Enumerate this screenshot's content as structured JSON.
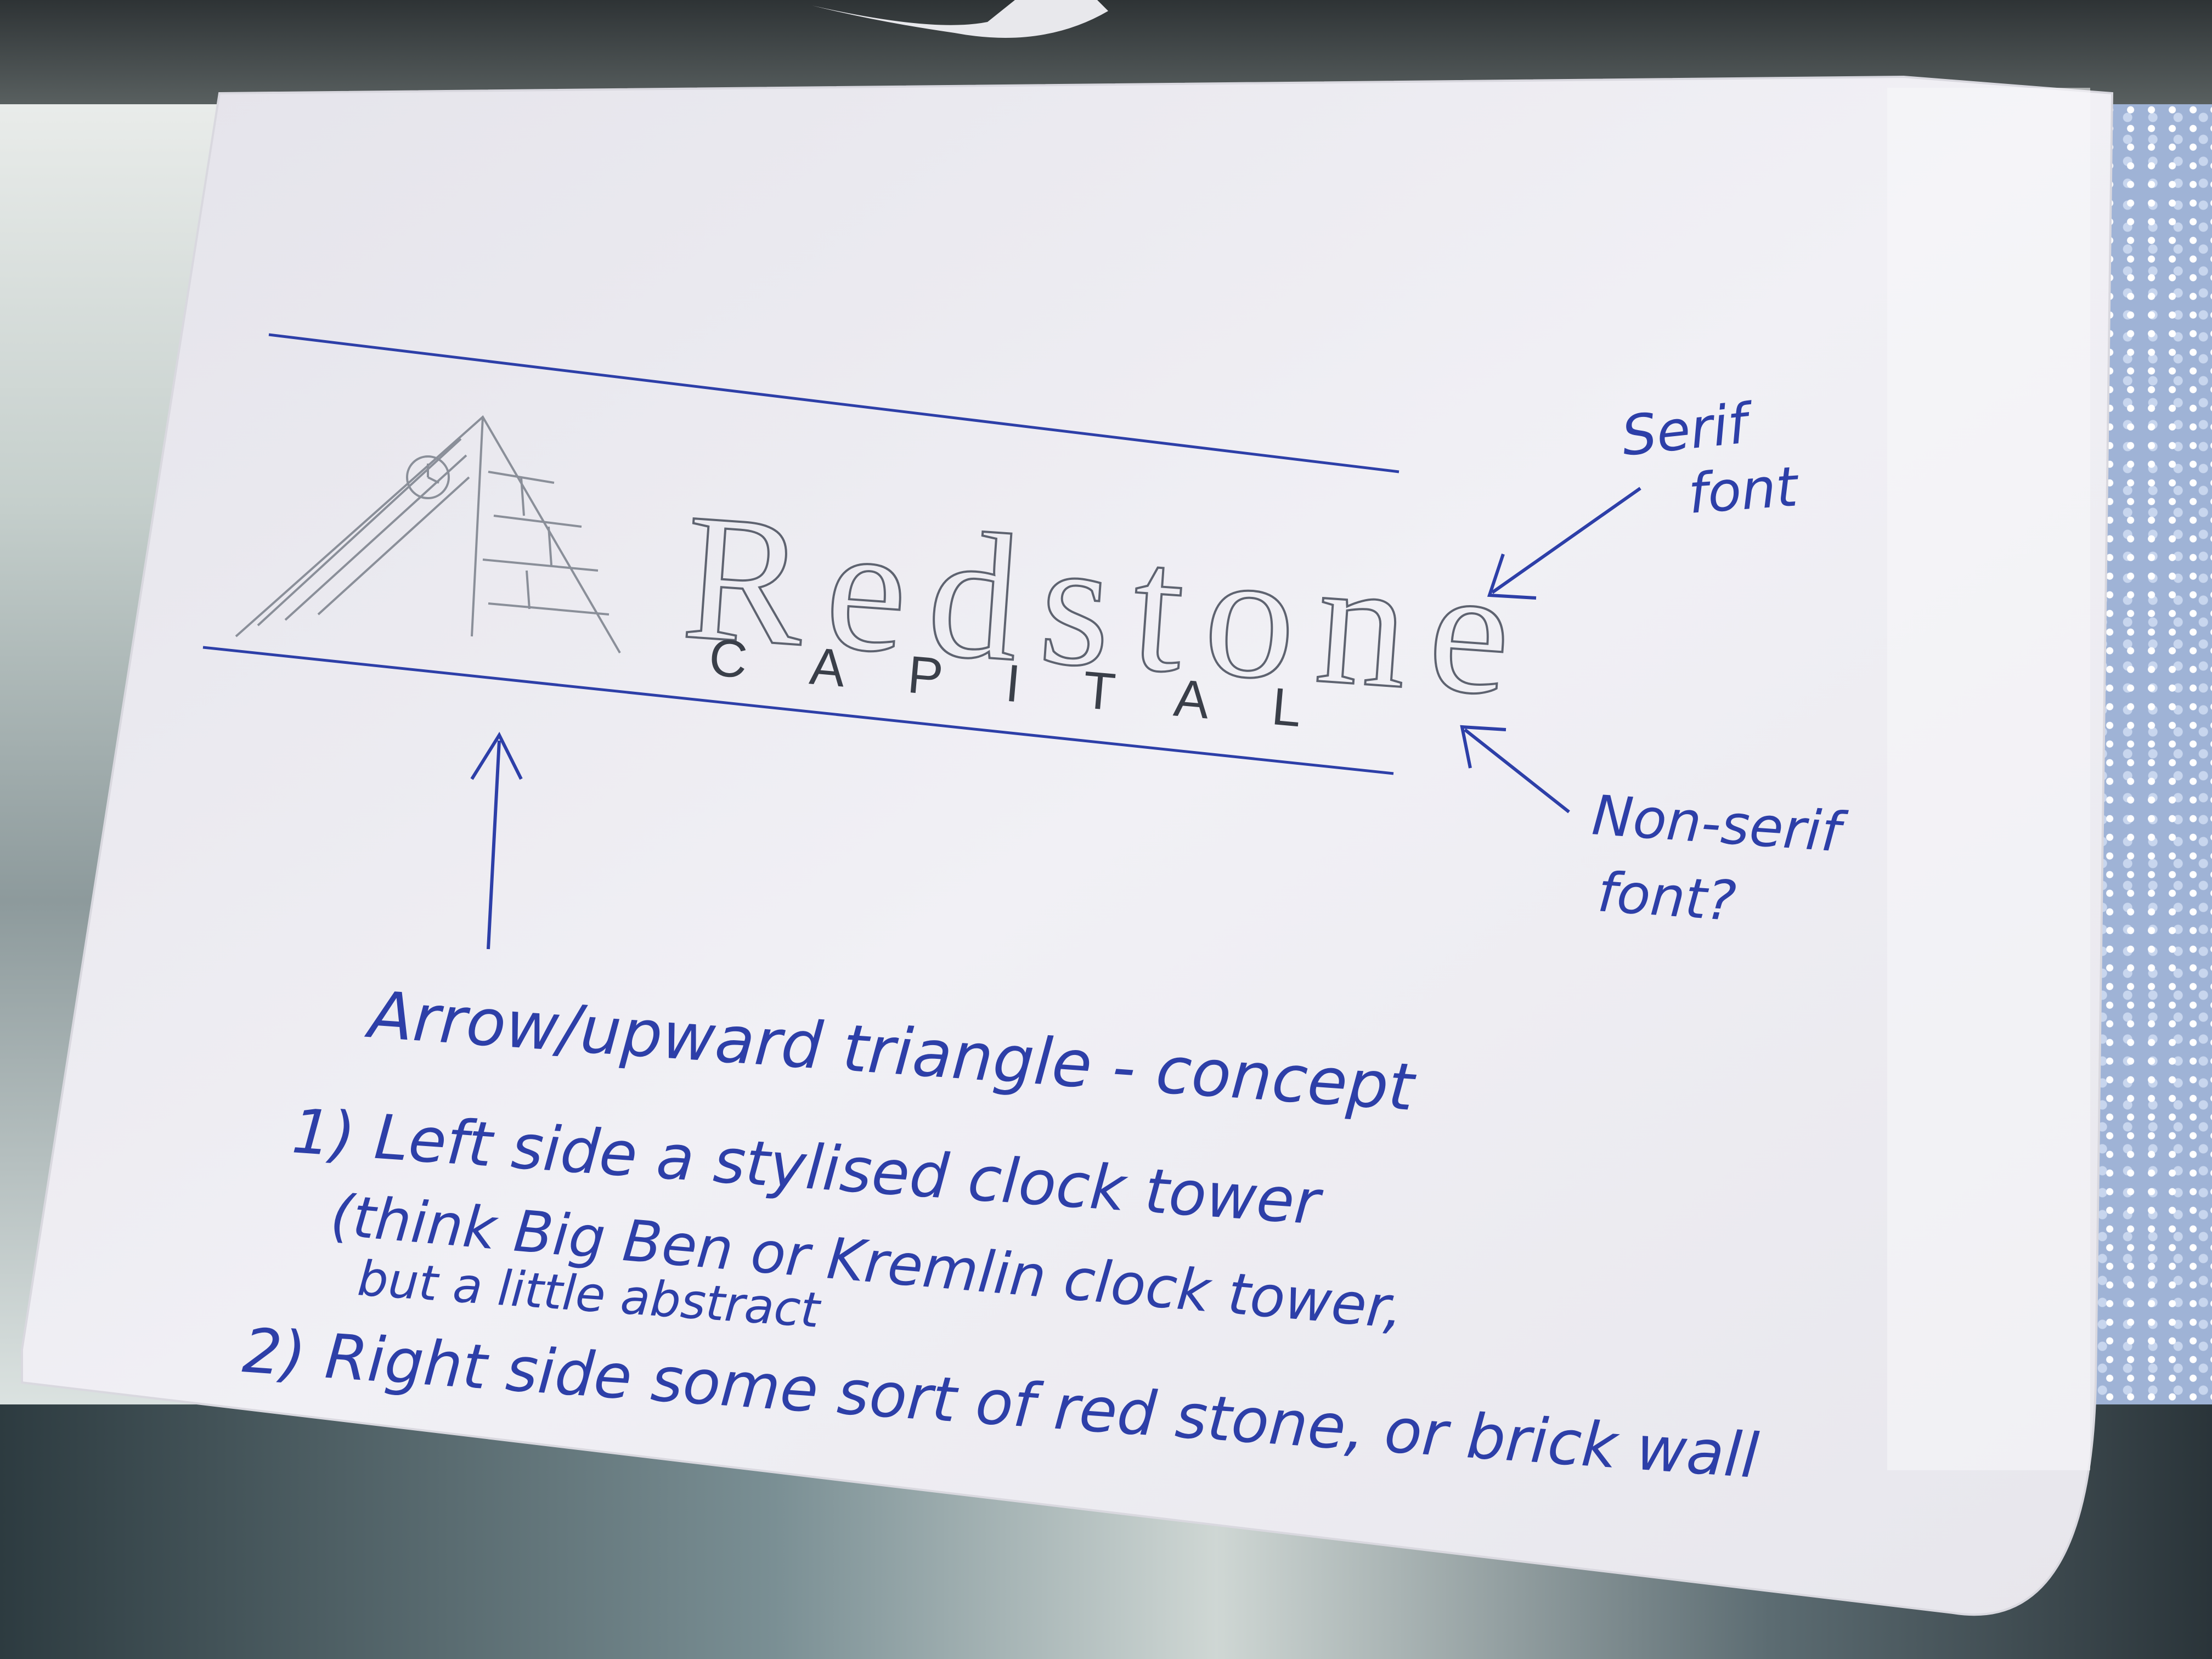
{
  "logo_sketch": {
    "wordmark": "Redstone",
    "subline": "CAPITAL"
  },
  "annotations": {
    "serif_note": [
      "Serif",
      "font"
    ],
    "non_serif_note": [
      "Non-serif",
      "font?"
    ]
  },
  "concept_notes": {
    "heading": "Arrow/upward triangle - concept",
    "line1": "1) Left side a stylised clock tower",
    "line2": "(think Big Ben or Kremlin clock tower,",
    "line3": "but a little abstract",
    "line4": "2) Right side some sort of red stone, or brick wall"
  },
  "colors": {
    "ink_blue": "#2d3fa8",
    "pencil_grey": "#8a8f99",
    "paper": "#f1f0f5"
  }
}
